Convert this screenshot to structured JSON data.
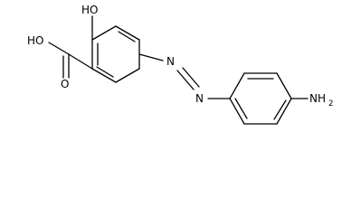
{
  "atoms": {
    "carboxyl_oh": "HO",
    "phenol_oh": "HO",
    "azo_n1": "N",
    "azo_n2": "N",
    "amino_nh": "NH",
    "amino_sub": "2"
  }
}
